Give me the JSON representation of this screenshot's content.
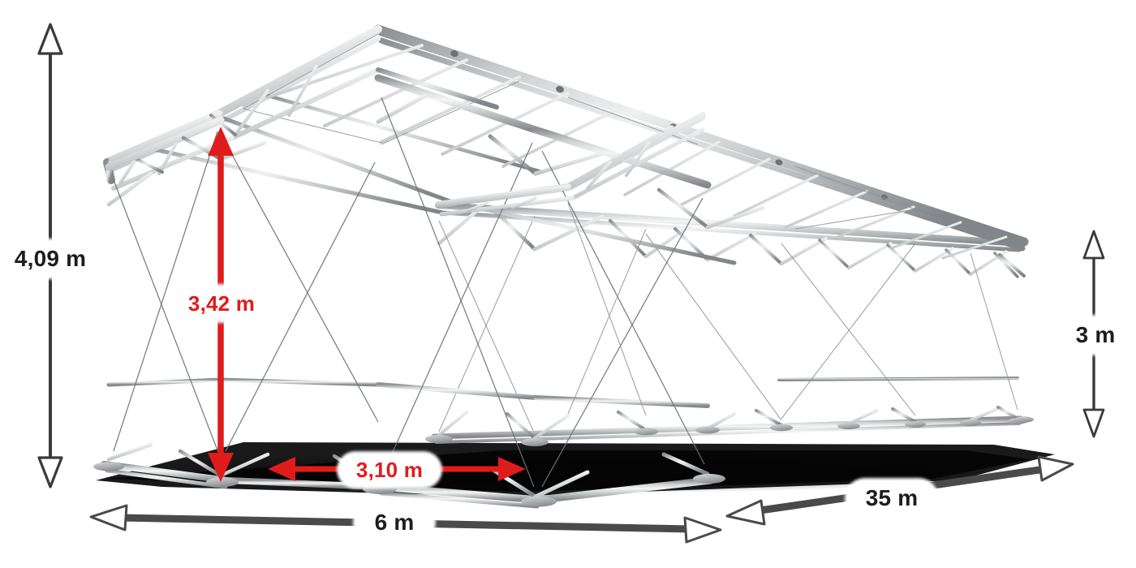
{
  "figure": {
    "type": "3d-technical-illustration",
    "subject": "aluminium-tent-hall-frame-structure",
    "background_color": "#ffffff",
    "frame_color": "#b9bcbe",
    "shadow_color": "#0a0a0a"
  },
  "dimensions": {
    "total_height": {
      "label": "4,09 m",
      "value": 4.09,
      "unit": "m",
      "color": "#1d1d1d",
      "position": "left",
      "orientation": "vertical"
    },
    "side_height": {
      "label": "3 m",
      "value": 3.0,
      "unit": "m",
      "color": "#1d1d1d",
      "position": "right",
      "orientation": "vertical"
    },
    "ridge_height": {
      "label": "3,42 m",
      "value": 3.42,
      "unit": "m",
      "color": "#e01b1b",
      "position": "inner-left",
      "orientation": "vertical"
    },
    "inner_width": {
      "label": "3,10 m",
      "value": 3.1,
      "unit": "m",
      "color": "#e01b1b",
      "position": "inner-bottom",
      "orientation": "horizontal"
    },
    "front_width": {
      "label": "6 m",
      "value": 6.0,
      "unit": "m",
      "color": "#1d1d1d",
      "position": "bottom-left",
      "orientation": "diagonal"
    },
    "length": {
      "label": "35 m",
      "value": 35.0,
      "unit": "m",
      "color": "#1d1d1d",
      "position": "bottom-right",
      "orientation": "diagonal"
    }
  },
  "arrows": {
    "total_height": {
      "style": "outlined",
      "heads": "both",
      "color": "#3a3a3a"
    },
    "side_height": {
      "style": "outlined",
      "heads": "both",
      "color": "#3a3a3a"
    },
    "ridge_height": {
      "style": "solid",
      "heads": "both",
      "color": "#e01b1b"
    },
    "inner_width": {
      "style": "solid",
      "heads": "both",
      "color": "#e01b1b"
    },
    "front_width": {
      "style": "outlined",
      "heads": "both",
      "color": "#4a4a4a"
    },
    "length": {
      "style": "outlined",
      "heads": "both",
      "color": "#4a4a4a"
    }
  }
}
